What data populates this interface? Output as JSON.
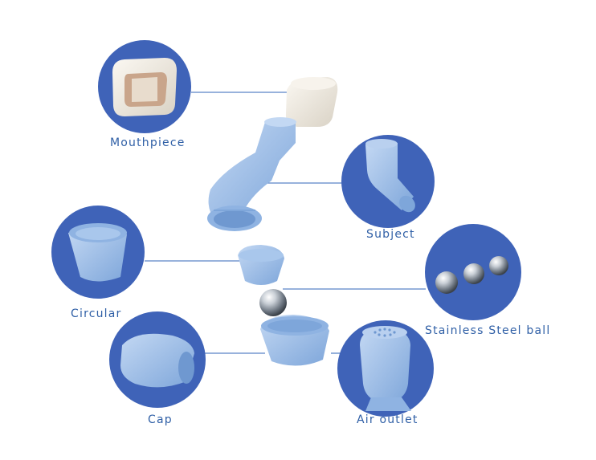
{
  "colors": {
    "badge_blue": "#3f63b8",
    "connector_line": "#5a85c7",
    "label_blue": "#2f5fa6",
    "part_light_blue": "#a9c7ec",
    "part_mid_blue": "#8fb3e2",
    "mouthpiece_cream": "#efe9df",
    "steel": "#9aa3ad"
  },
  "components": [
    {
      "id": "mouthpiece",
      "label": "Mouthpiece",
      "icon": "mouthpiece-icon"
    },
    {
      "id": "subject",
      "label": "Subject",
      "icon": "elbow-tube-icon"
    },
    {
      "id": "circular",
      "label": "Circular",
      "icon": "funnel-icon"
    },
    {
      "id": "steel-ball",
      "label": "Stainless Steel ball",
      "icon": "steel-balls-icon"
    },
    {
      "id": "cap",
      "label": "Cap",
      "icon": "cap-icon"
    },
    {
      "id": "air-outlet",
      "label": "Air outlet",
      "icon": "air-outlet-icon"
    }
  ]
}
